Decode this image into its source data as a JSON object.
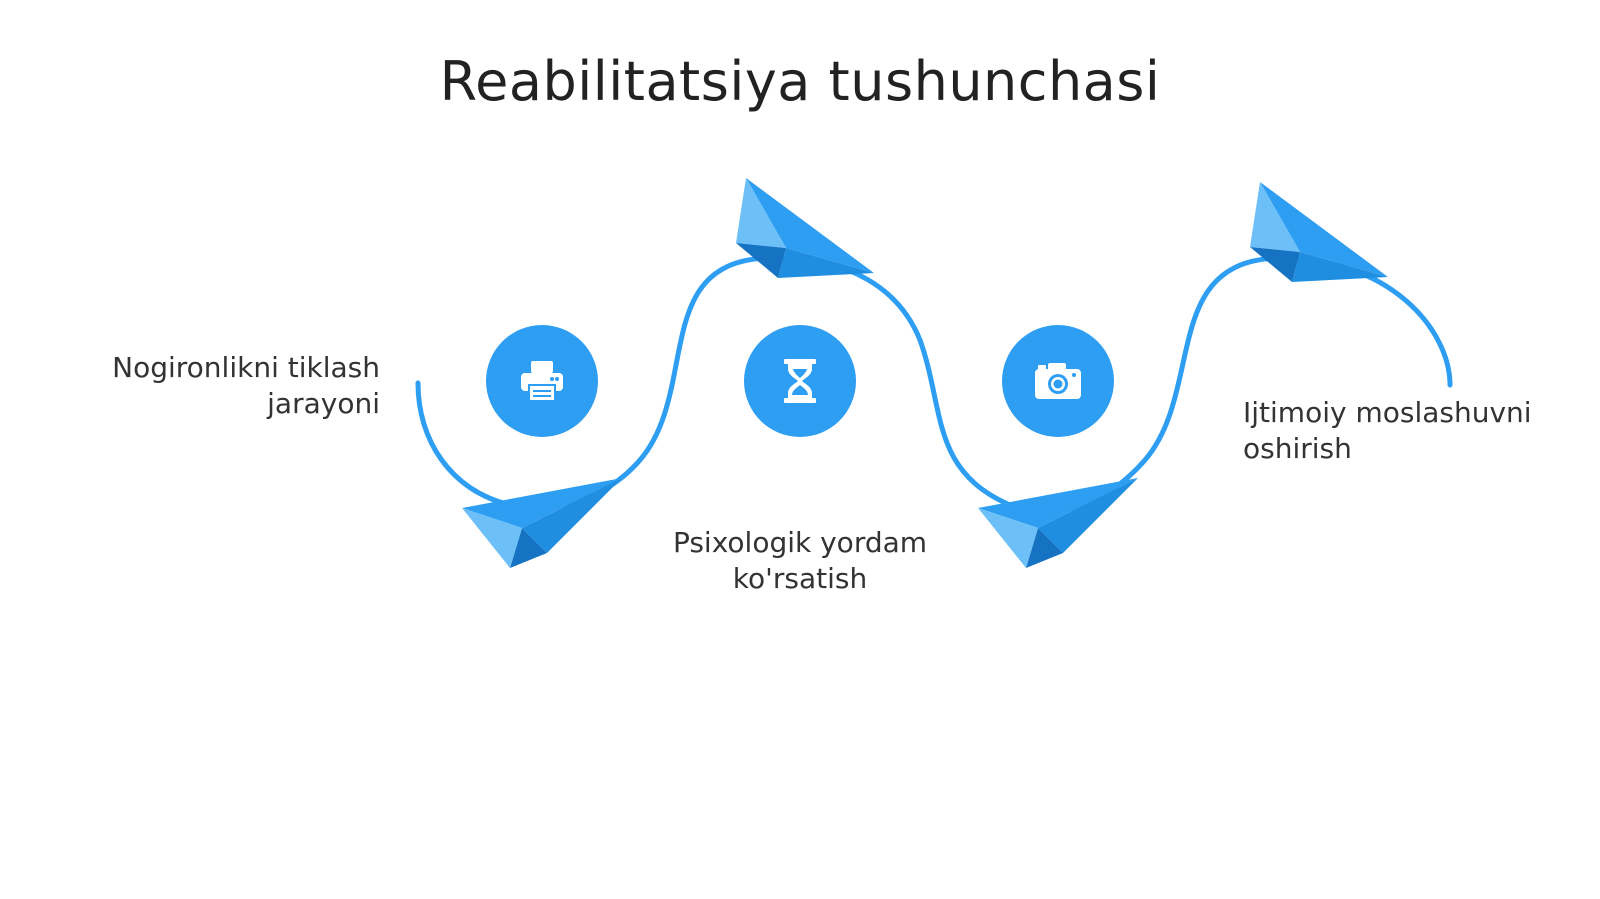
{
  "title": "Reabilitatsiya tushunchasi",
  "colors": {
    "accent": "#2e9ef2",
    "accent_light": "#6cc0f7",
    "accent_dark": "#1a7fd0",
    "text": "#333333"
  },
  "steps": [
    {
      "label": "Nogironlikni tiklash\njarayoni",
      "icon": "printer-icon"
    },
    {
      "label": "Psixologik yordam\nko'rsatish",
      "icon": "hourglass-icon"
    },
    {
      "label": "Ijtimoiy moslashuvni\noshirish",
      "icon": "camera-icon"
    }
  ]
}
